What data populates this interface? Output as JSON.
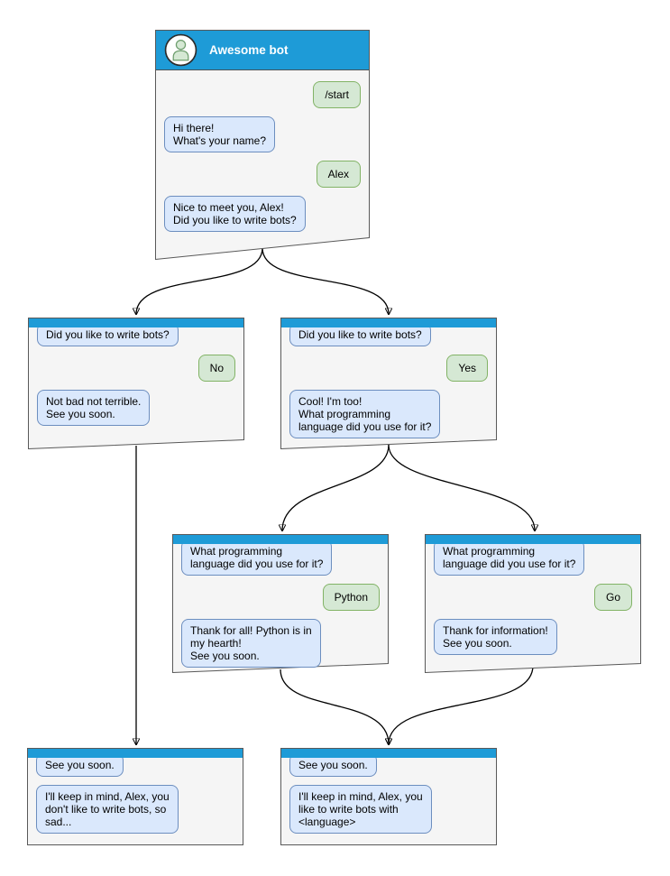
{
  "diagram": {
    "type": "chatbot-conversation-flowchart",
    "colors": {
      "header_blue": "#1e9bd7",
      "node_background": "#f5f5f5",
      "node_border": "#595959",
      "bot_bubble_fill": "#dae8fc",
      "bot_bubble_border": "#6c8ebf",
      "user_bubble_fill": "#d5e8d4",
      "user_bubble_border": "#82b366",
      "arrow": "#000000"
    },
    "boxes": {
      "start": {
        "title": "Awesome bot",
        "user_command": "/start",
        "bot_greeting": "Hi there!\nWhat's your name?",
        "user_name": "Alex",
        "bot_question": "Nice to meet you, Alex!\nDid you like to write bots?"
      },
      "branch_no": {
        "question": "Did you like to write bots?",
        "answer": "No",
        "reply": "Not bad not terrible.\nSee you soon."
      },
      "branch_yes": {
        "question": "Did you like to write bots?",
        "answer": "Yes",
        "reply": "Cool! I'm too!\nWhat programming\nlanguage did you use for it?"
      },
      "lang_python": {
        "question": "What programming\nlanguage did you use for it?",
        "answer": "Python",
        "reply": "Thank for all! Python is in\nmy hearth!\nSee you soon."
      },
      "lang_go": {
        "question": "What programming\nlanguage did you use for it?",
        "answer": "Go",
        "reply": "Thank for information!\nSee you soon."
      },
      "end_no": {
        "question": "See you soon.",
        "reply": "I'll keep in mind, Alex, you\ndon't like to write bots, so\nsad..."
      },
      "end_yes": {
        "question": "See you soon.",
        "reply": "I'll keep in mind, Alex, you\nlike to write bots with\n<language>"
      }
    },
    "edges": [
      {
        "from": "start",
        "to": "branch_no"
      },
      {
        "from": "start",
        "to": "branch_yes"
      },
      {
        "from": "branch_no",
        "to": "end_no"
      },
      {
        "from": "branch_yes",
        "to": "lang_python"
      },
      {
        "from": "branch_yes",
        "to": "lang_go"
      },
      {
        "from": "lang_python",
        "to": "end_yes"
      },
      {
        "from": "lang_go",
        "to": "end_yes"
      }
    ]
  }
}
